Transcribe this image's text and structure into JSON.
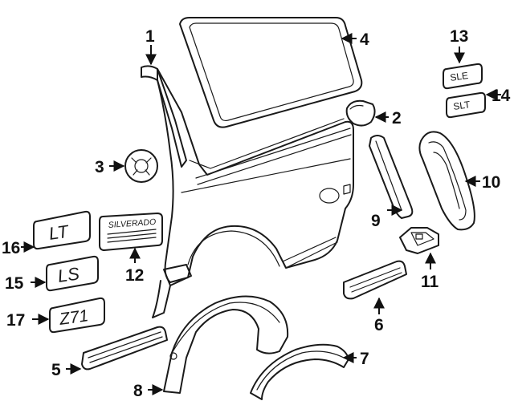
{
  "callouts": {
    "c1": "1",
    "c2": "2",
    "c3": "3",
    "c4": "4",
    "c5": "5",
    "c6": "6",
    "c7": "7",
    "c8": "8",
    "c9": "9",
    "c10": "10",
    "c11": "11",
    "c12": "12",
    "c13": "13",
    "c14": "14",
    "c15": "15",
    "c16": "16",
    "c17": "17"
  },
  "badges": {
    "sle": "SLE",
    "slt": "SLT",
    "lt": "LT",
    "ls": "LS",
    "z71": "Z71",
    "silverado": "SILVERADO"
  },
  "colors": {
    "line": "#1a1a1a",
    "background": "#ffffff"
  }
}
